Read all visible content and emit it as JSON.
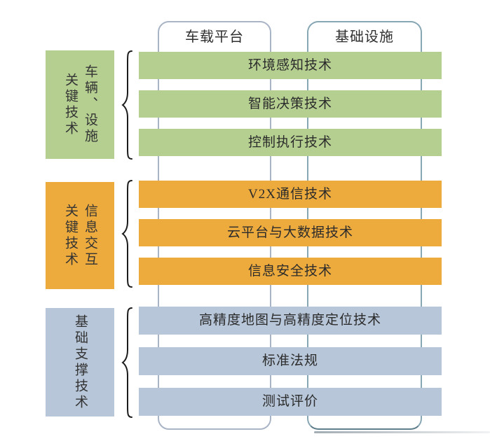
{
  "columns": [
    {
      "label": "车载平台"
    },
    {
      "label": "基础设施"
    }
  ],
  "groups": [
    {
      "name": "vehicle-facility-key-technology",
      "label_lines": [
        "车辆、设施",
        "关键技术"
      ],
      "color": "#b5cf91",
      "bars": [
        "环境感知技术",
        "智能决策技术",
        "控制执行技术"
      ]
    },
    {
      "name": "information-interaction-key-technology",
      "label_lines": [
        "信息交互",
        "关键技术"
      ],
      "color": "#edab3d",
      "bars": [
        "V2X通信技术",
        "云平台与大数据技术",
        "信息安全技术"
      ]
    },
    {
      "name": "basic-support-technology",
      "label_lines": [
        "基础支撑技术"
      ],
      "color": "#b7c6d8",
      "bars": [
        "高精度地图与高精度定位技术",
        "标准法规",
        "测试评价"
      ]
    }
  ],
  "colors": {
    "green": "#b5cf91",
    "orange": "#edab3d",
    "blue_gray": "#b7c6d8",
    "left_column_border": "#a9b4c6",
    "right_column_border": "#87a7b4",
    "right_column_border_bottom": "#5f7f8d",
    "text": "#2f2f2f",
    "brace_stroke": "#1b1b1b"
  }
}
